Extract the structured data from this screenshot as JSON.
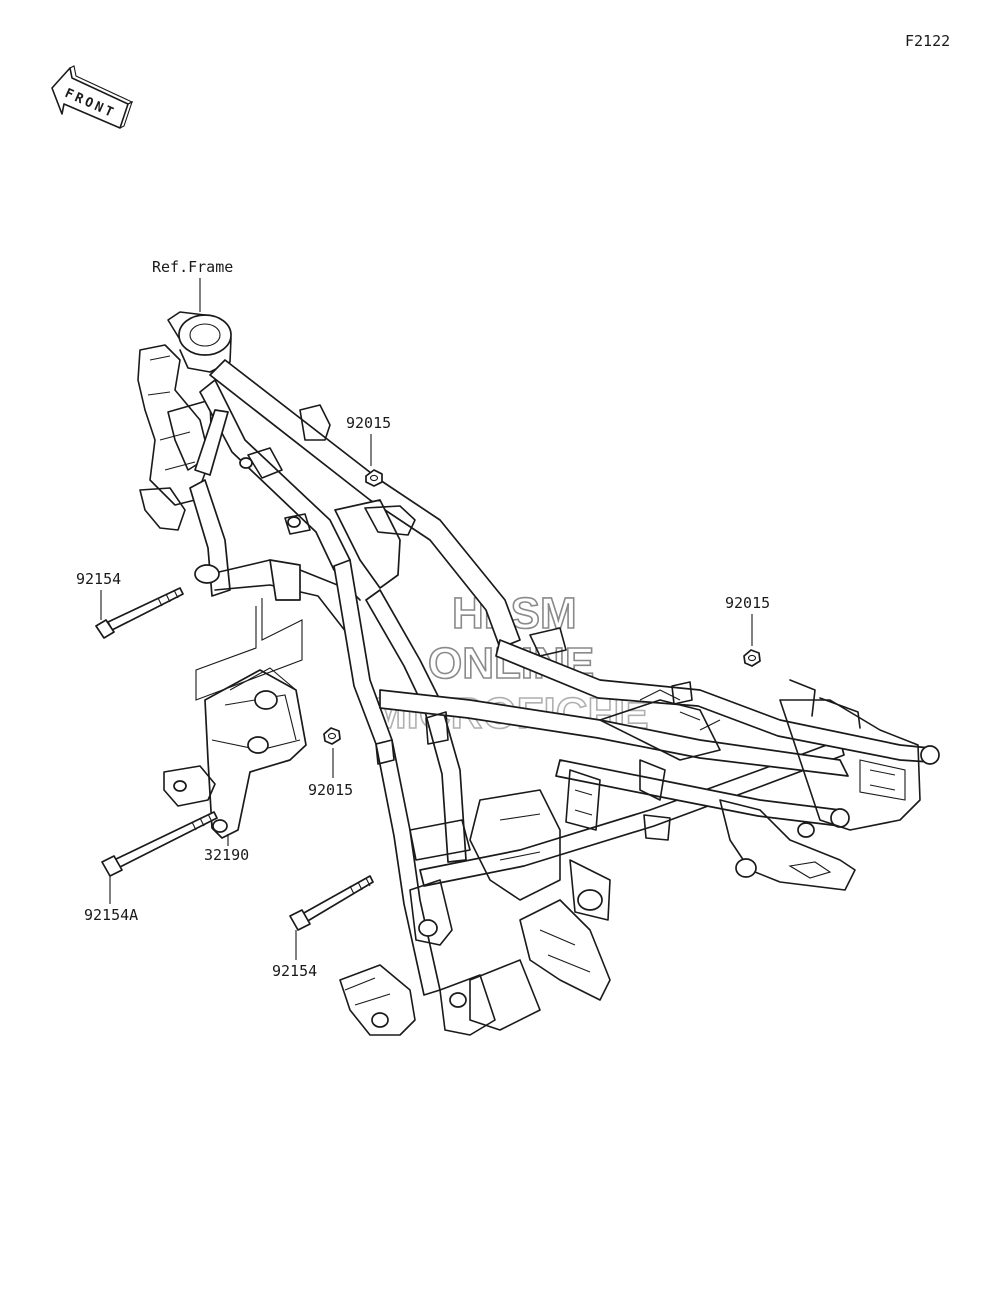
{
  "diagram_code": "F2122",
  "front_arrow_text": "FRONT",
  "watermark": {
    "line1": "HLSM",
    "line2": "ONLINE",
    "line3": "MICROFICHE",
    "color": "#8a8a8a"
  },
  "labels": {
    "ref_frame": "Ref.Frame",
    "nut_upper": "92015",
    "nut_right": "92015",
    "nut_mid": "92015",
    "bolt_upper_left": "92154",
    "bracket": "32190",
    "bolt_lower_left": "92154A",
    "bolt_lower": "92154"
  }
}
